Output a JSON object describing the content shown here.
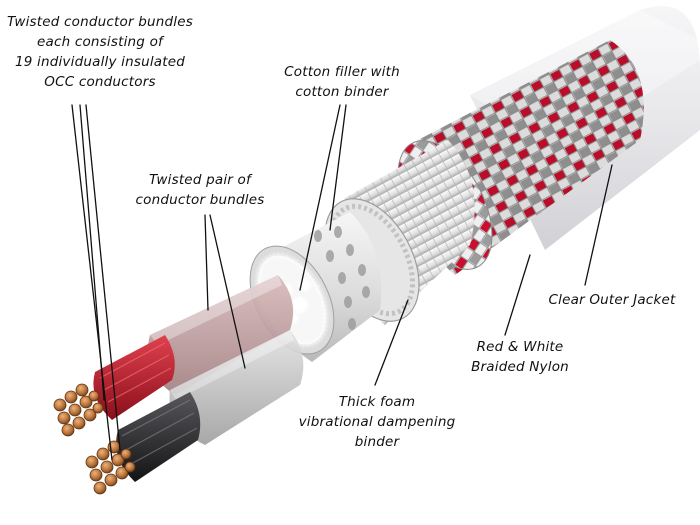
{
  "labels": {
    "conductor_bundles": [
      "Twisted conductor bundles",
      "each consisting of",
      "19 individually insulated",
      "OCC conductors"
    ],
    "cotton_filler": [
      "Cotton filler with",
      "cotton binder"
    ],
    "twisted_pair": [
      "Twisted pair of",
      "conductor bundles"
    ],
    "outer_jacket": [
      "Clear Outer Jacket"
    ],
    "braided_nylon": [
      "Red & White",
      "Braided Nylon"
    ],
    "foam_binder": [
      "Thick foam",
      "vibrational dampening",
      "binder"
    ]
  },
  "colors": {
    "red_insulation": "#c4202e",
    "black_insulation": "#2a2a2c",
    "copper": "#b8733a",
    "braid_white": "#d9d9d9",
    "braid_red": "#c8102e",
    "foam": "#e4e4e4",
    "jacket": "#e9e9ec"
  }
}
